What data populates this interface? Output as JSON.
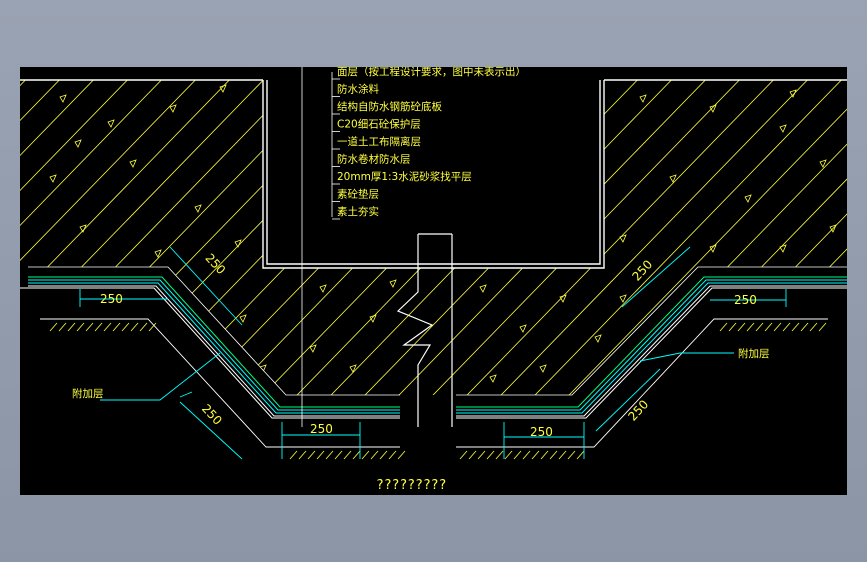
{
  "layer_labels": [
    "面层（按工程设计要求，图中未表示出）",
    "防水涂料",
    "结构自防水钢筋砼底板",
    "C20细石砼保护层",
    "一道土工布隔离层",
    "防水卷材防水层",
    "20mm厚1:3水泥砂浆找平层",
    "素砼垫层",
    "素土夯实"
  ],
  "dimensions": {
    "left_top_slope": "250",
    "left_top_flat": "250",
    "left_bottom_slope": "250",
    "left_bottom_flat": "250",
    "right_bottom_flat": "250",
    "right_bottom_slope": "250",
    "right_top_slope": "250",
    "right_top_flat": "250"
  },
  "callouts": {
    "left_additional": "附加层",
    "right_additional": "附加层"
  },
  "caption": "?????????",
  "colors": {
    "background": "#000000",
    "text": "#ffff40",
    "structure": "#ffffff",
    "leader": "#ffffff",
    "membrane": "#00ffff",
    "dimension": "#00ffff",
    "hatch": "#ffff40"
  }
}
